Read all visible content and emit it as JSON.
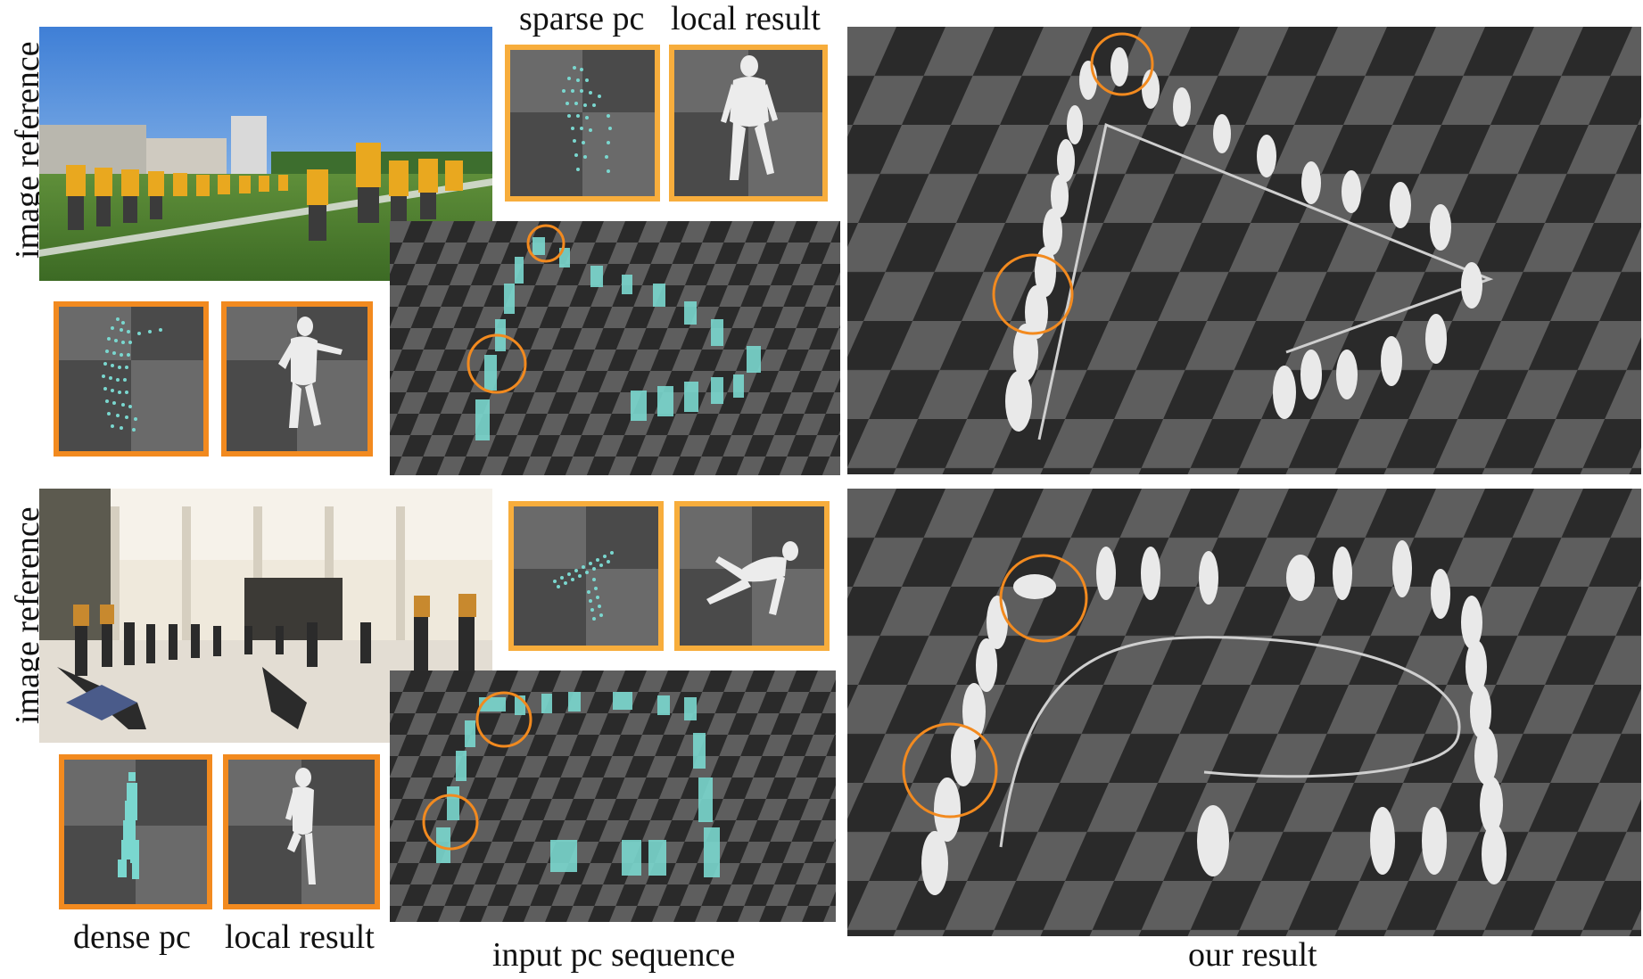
{
  "labels": {
    "image_reference_top": "image reference",
    "image_reference_bottom": "image reference",
    "sparse_pc": "sparse pc",
    "local_result_top": "local result",
    "dense_pc": "dense pc",
    "local_result_bottom": "local result",
    "input_pc_sequence": "input pc sequence",
    "our_result": "our result"
  },
  "colors": {
    "highlight_orange": "#f28a1f",
    "highlight_yellow": "#f7ad3c",
    "point_cloud": "#7ad7cf",
    "body_mesh": "#e9e9e9",
    "checker_light": "#5e5e5e",
    "checker_dark": "#2a2a2a",
    "trajectory_line": "#cfcfcf"
  }
}
